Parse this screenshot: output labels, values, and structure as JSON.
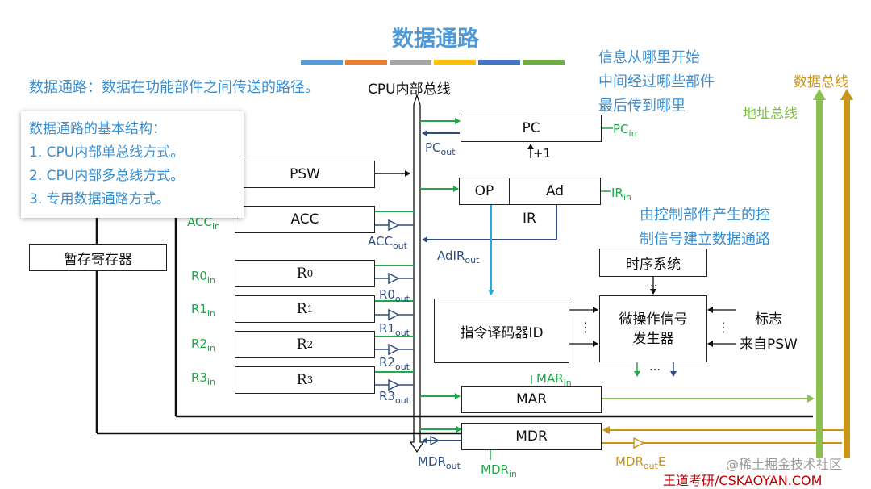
{
  "title": "数据通路",
  "title_bar_colors": [
    "#5b9bd5",
    "#ed7d31",
    "#a5a5a5",
    "#ffc000",
    "#4472c4",
    "#70ad47"
  ],
  "definition": "数据通路：数据在功能部件之间传送的路径。",
  "bus_label": "CPU内部总线",
  "info_note": [
    "信息从哪里开始",
    "中间经过哪些部件",
    "最后传到哪里"
  ],
  "control_note": [
    "由控制部件产生的控",
    "制信号建立数据通路"
  ],
  "callout": {
    "heading": "数据通路的基本结构：",
    "items": [
      "1.  CPU内部单总线方式。",
      "2.  CPU内部多总线方式。",
      "3.  专用数据通路方式。"
    ]
  },
  "registers": {
    "pc": "PC",
    "psw": "PSW",
    "acc": "ACC",
    "op": "OP",
    "ad": "Ad",
    "ir": "IR",
    "temp": "暂存寄存器",
    "r0": "R",
    "r0_sub": "0",
    "r1": "R",
    "r1_sub": "1",
    "r2": "R",
    "r2_sub": "2",
    "r3": "R",
    "r3_sub": "3",
    "mar": "MAR",
    "mdr": "MDR"
  },
  "units": {
    "timing": "时序系统",
    "decoder": "指令译码器ID",
    "micro_gen": [
      "微操作信号",
      "发生器"
    ],
    "flag_label": "标志",
    "from_psw": "来自PSW",
    "plus_one": "+1",
    "dots": "…",
    "vdots": "⋮"
  },
  "signals": {
    "pc_in": "PC",
    "pc_in_sub": "in",
    "pc_out": "PC",
    "pc_out_sub": "out",
    "ir_in": "IR",
    "ir_in_sub": "in",
    "adir_out": "AdIR",
    "adir_out_sub": "out",
    "acc_in": "ACC",
    "acc_in_sub": "in",
    "acc_out": "ACC",
    "acc_out_sub": "out",
    "r0_in": "R0",
    "r0_in_sub": "in",
    "r0_out": "R0",
    "r0_out_sub": "out",
    "r1_in": "R1",
    "r1_in_sub": "in",
    "r1_out": "R1",
    "r1_out_sub": "out",
    "r2_in": "R2",
    "r2_in_sub": "in",
    "r2_out": "R2",
    "r2_out_sub": "out",
    "r3_in": "R3",
    "r3_in_sub": "in",
    "r3_out": "R3",
    "r3_out_sub": "out",
    "mar_in": "MAR",
    "mar_in_sub": "in",
    "mdr_out": "MDR",
    "mdr_out_sub": "out",
    "mdr_in": "MDR",
    "mdr_in_sub": "in",
    "mdr_out_e": "MDR",
    "mdr_out_e_sub": "out",
    "mdr_out_e_tail": "E"
  },
  "bus_labels": {
    "data_bus": "数据总线",
    "addr_bus": "地址总线"
  },
  "watermark": "@稀土掘金技术社区",
  "footer": "王道考研/CSKAOYAN.COM",
  "colors": {
    "in_signal": "#21a84a",
    "out_signal": "#2f4e80",
    "address_bus": "#8cc152",
    "data_bus": "#c8951c",
    "decoder_link": "#29a8e0",
    "footer": "#c00000"
  }
}
